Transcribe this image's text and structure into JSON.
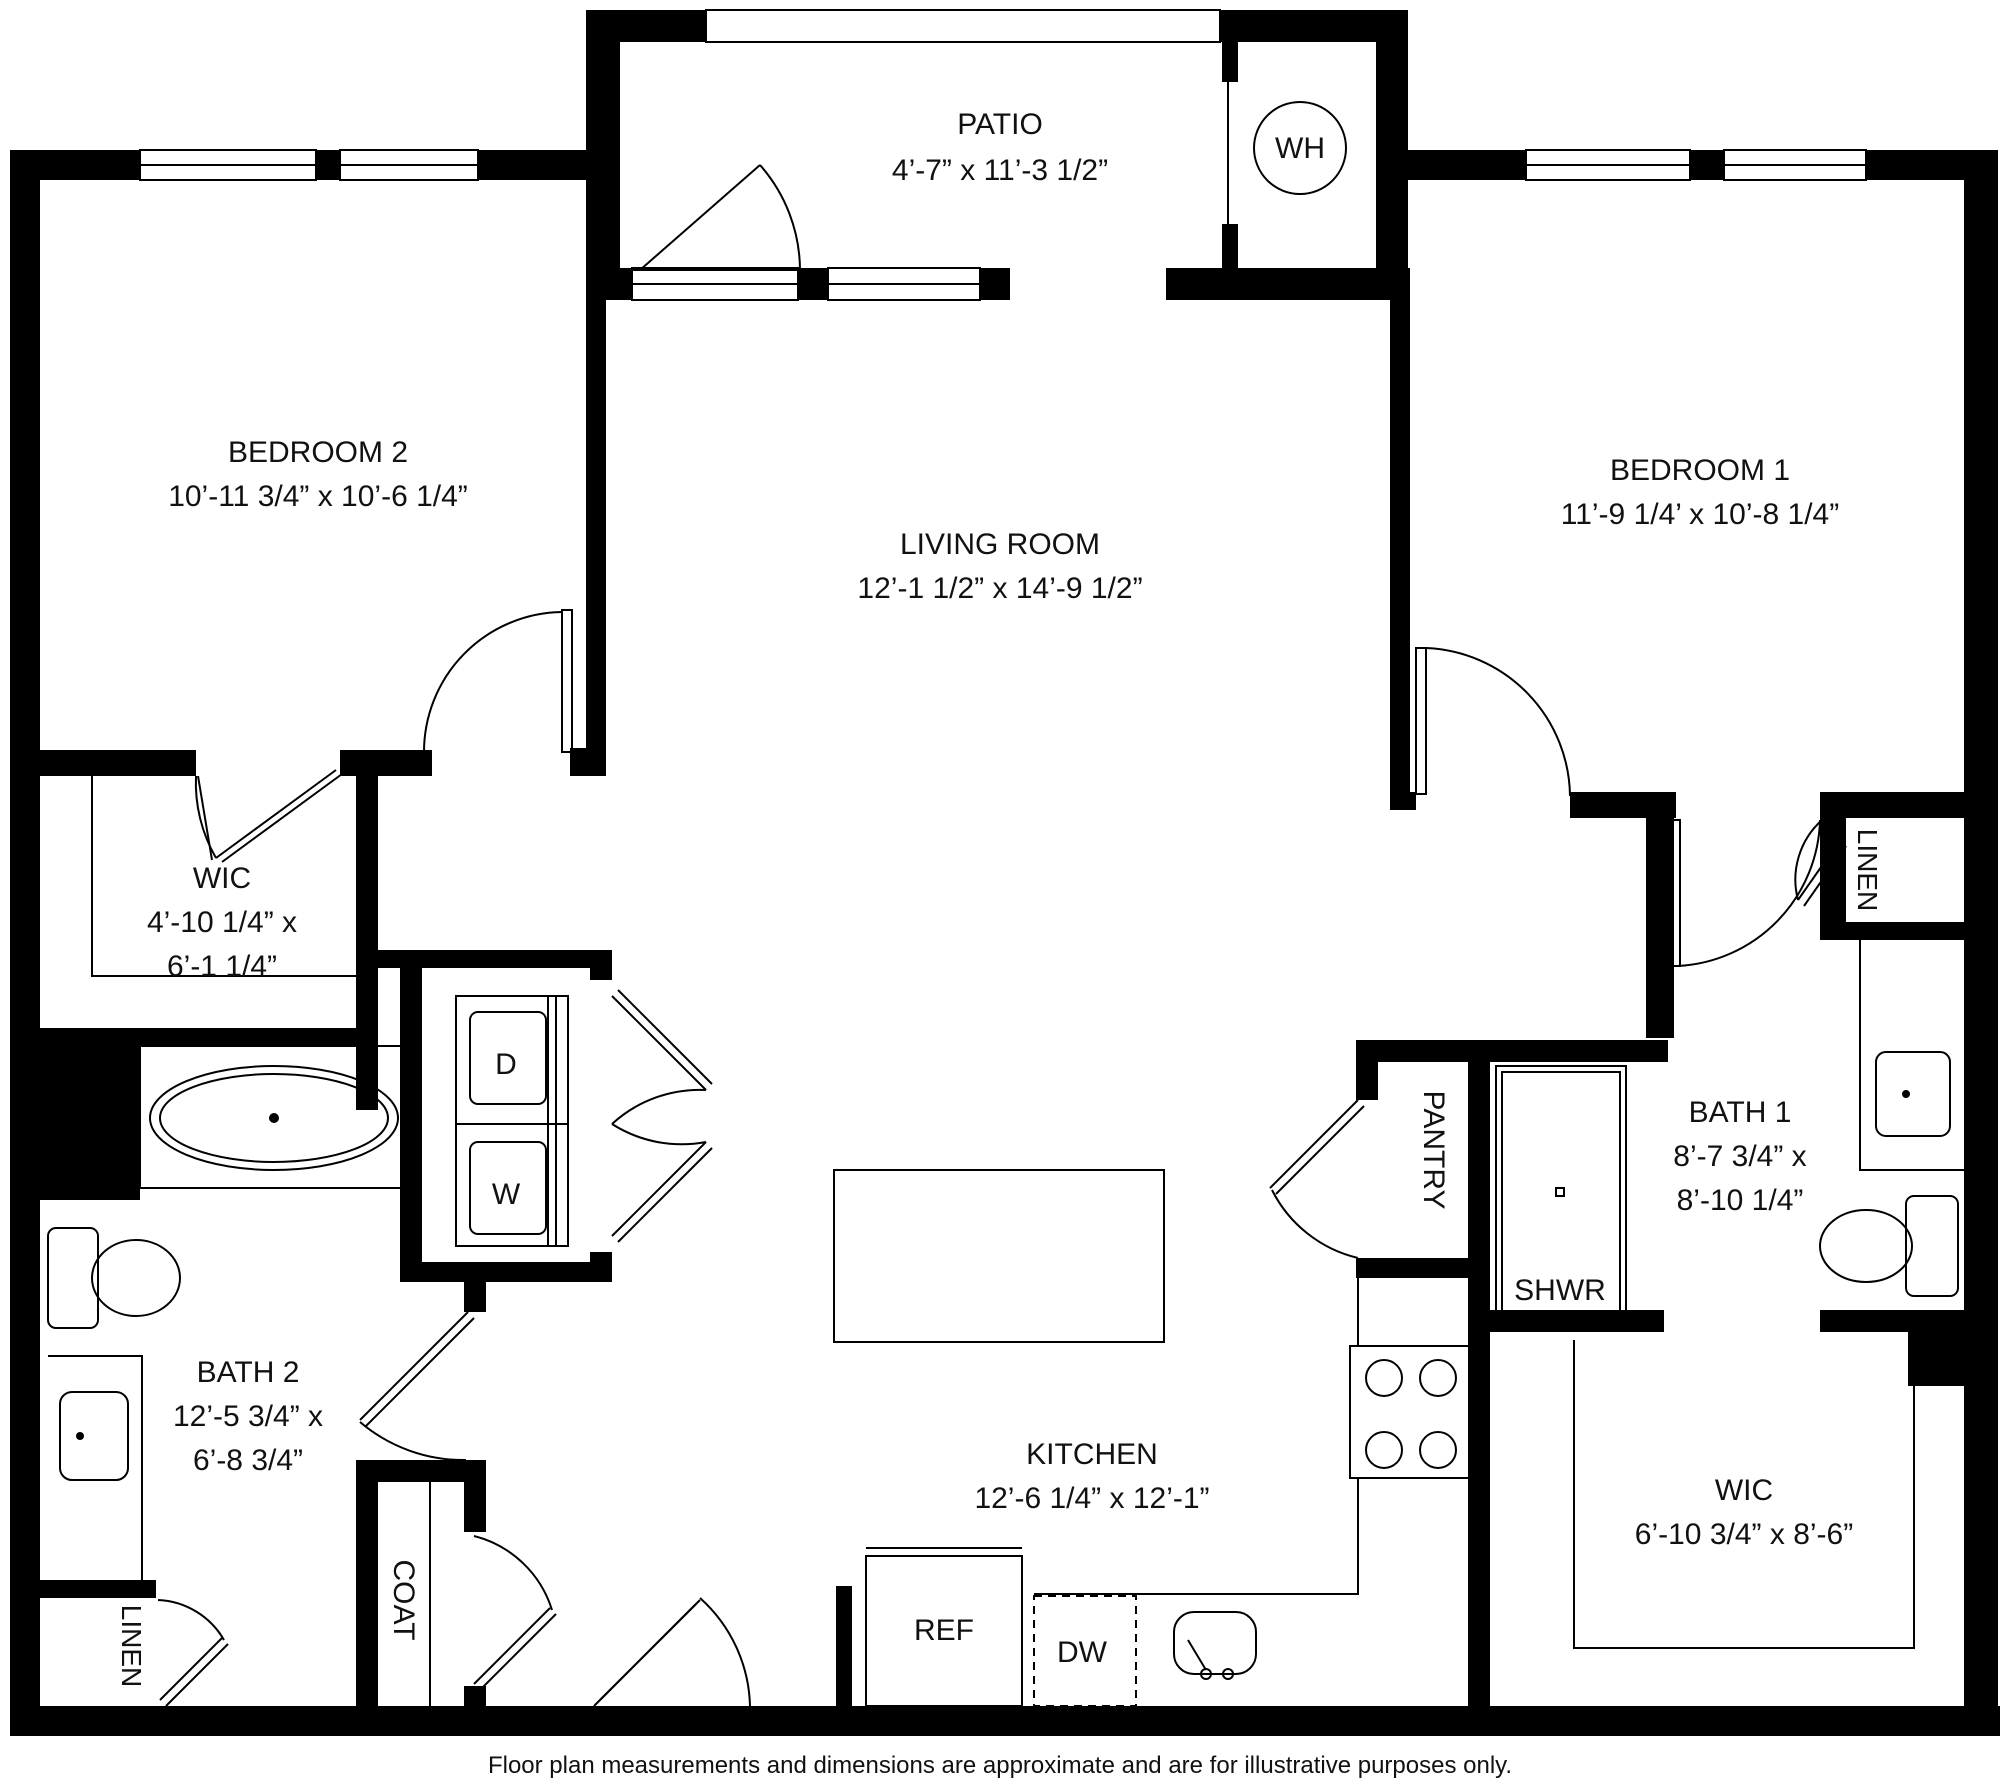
{
  "rooms": {
    "patio": {
      "name": "PATIO",
      "dims": "4’-7” x 11’-3 1/2”"
    },
    "bedroom2": {
      "name": "BEDROOM 2",
      "dims": "10’-11 3/4” x 10’-6 1/4”"
    },
    "living": {
      "name": "LIVING ROOM",
      "dims": "12’-1 1/2” x 14’-9 1/2”"
    },
    "bedroom1": {
      "name": "BEDROOM 1",
      "dims": "11’-9 1/4’ x 10’-8 1/4”"
    },
    "wic2": {
      "name": "WIC",
      "dims1": "4’-10 1/4” x",
      "dims2": "6’-1 1/4”"
    },
    "bath2": {
      "name": "BATH 2",
      "dims1": "12’-5 3/4” x",
      "dims2": "6’-8 3/4”"
    },
    "kitchen": {
      "name": "KITCHEN",
      "dims": "12’-6 1/4” x 12’-1”"
    },
    "bath1": {
      "name": "BATH 1",
      "dims1": "8’-7 3/4” x",
      "dims2": "8’-10 1/4”"
    },
    "wic1": {
      "name": "WIC",
      "dims": "6’-10 3/4” x 8’-6”"
    }
  },
  "fixtures": {
    "wh": "WH",
    "dryer": "D",
    "washer": "W",
    "pantry": "PANTRY",
    "shower": "SHWR",
    "linen1": "LINEN",
    "linen2": "LINEN",
    "coat": "COAT",
    "ref": "REF",
    "dw": "DW"
  },
  "disclaimer": "Floor plan measurements and dimensions are approximate and are for illustrative purposes only."
}
